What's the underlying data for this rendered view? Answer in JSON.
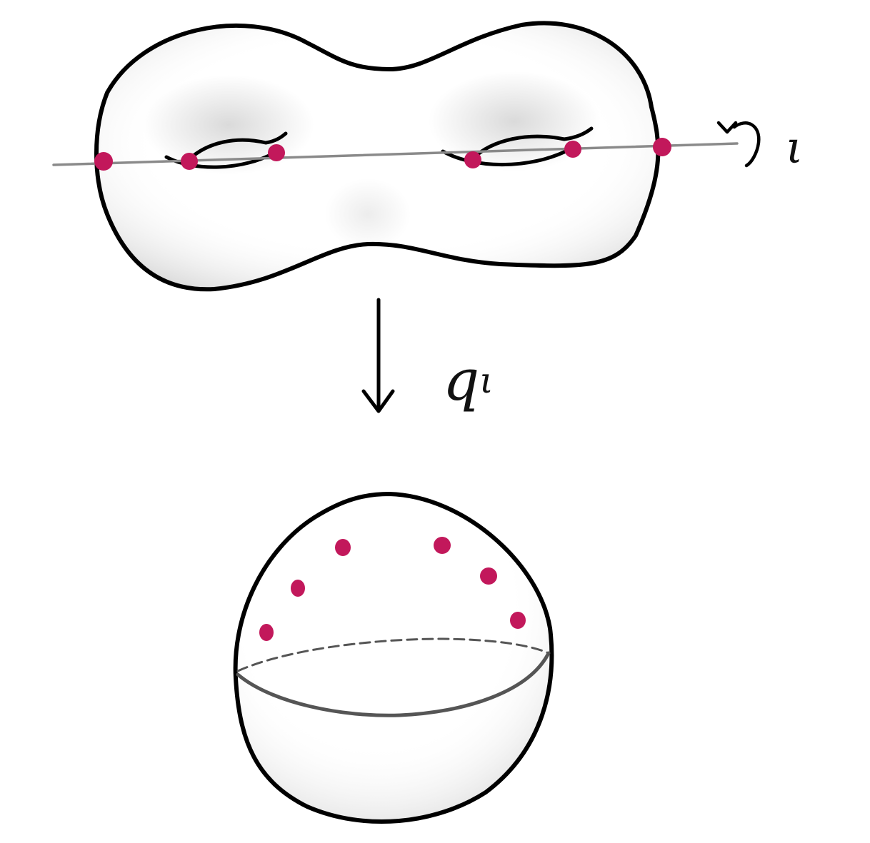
{
  "diagram": {
    "labels": {
      "involution": "ι",
      "quotient_map": "q",
      "quotient_map_subscript": "ι"
    },
    "colors": {
      "background": "#ffffff",
      "stroke": "#000000",
      "axis": "#8a8a8a",
      "fixed_point": "#c2185b",
      "surface_shade": "#d6d6d6"
    },
    "genus_two_surface": {
      "fixed_point_count": 6
    },
    "sphere": {
      "marked_point_count": 6
    }
  }
}
